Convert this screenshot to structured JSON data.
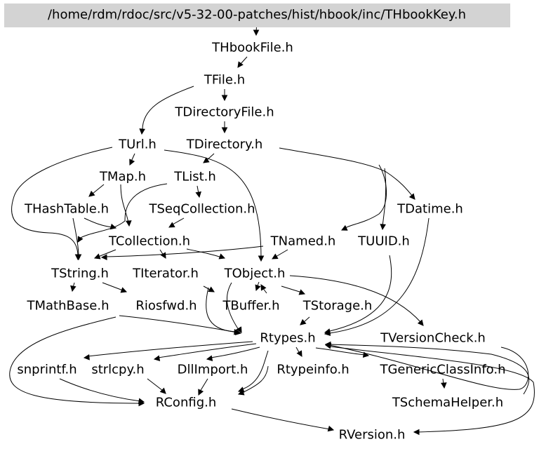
{
  "graph": {
    "root_fill": "#d3d3d3",
    "nodes": [
      {
        "id": "thbookkey",
        "label": "/home/rdm/rdoc/src/v5-32-00-patches/hist/hbook/inc/THbookKey.h",
        "root": true
      },
      {
        "id": "thbookfile",
        "label": "THbookFile.h"
      },
      {
        "id": "tfile",
        "label": "TFile.h"
      },
      {
        "id": "tdirectoryfile",
        "label": "TDirectoryFile.h"
      },
      {
        "id": "turl",
        "label": "TUrl.h"
      },
      {
        "id": "tdirectory",
        "label": "TDirectory.h"
      },
      {
        "id": "tmap",
        "label": "TMap.h"
      },
      {
        "id": "tlist",
        "label": "TList.h"
      },
      {
        "id": "thashtable",
        "label": "THashTable.h"
      },
      {
        "id": "tseqcollection",
        "label": "TSeqCollection.h"
      },
      {
        "id": "tdatime",
        "label": "TDatime.h"
      },
      {
        "id": "tcollection",
        "label": "TCollection.h"
      },
      {
        "id": "tnamed",
        "label": "TNamed.h"
      },
      {
        "id": "tuuid",
        "label": "TUUID.h"
      },
      {
        "id": "tstring",
        "label": "TString.h"
      },
      {
        "id": "titerator",
        "label": "TIterator.h"
      },
      {
        "id": "tobject",
        "label": "TObject.h"
      },
      {
        "id": "tmathbase",
        "label": "TMathBase.h"
      },
      {
        "id": "riosfwd",
        "label": "Riosfwd.h"
      },
      {
        "id": "tbuffer",
        "label": "TBuffer.h"
      },
      {
        "id": "tstorage",
        "label": "TStorage.h"
      },
      {
        "id": "rtypes",
        "label": "Rtypes.h"
      },
      {
        "id": "tversioncheck",
        "label": "TVersionCheck.h"
      },
      {
        "id": "snprintf",
        "label": "snprintf.h"
      },
      {
        "id": "strlcpy",
        "label": "strlcpy.h"
      },
      {
        "id": "dllimport",
        "label": "DllImport.h"
      },
      {
        "id": "rtypeinfo",
        "label": "Rtypeinfo.h"
      },
      {
        "id": "tgenericclassinfo",
        "label": "TGenericClassInfo.h"
      },
      {
        "id": "rconfig",
        "label": "RConfig.h"
      },
      {
        "id": "tschemahelper",
        "label": "TSchemaHelper.h"
      },
      {
        "id": "rversion",
        "label": "RVersion.h"
      }
    ]
  }
}
